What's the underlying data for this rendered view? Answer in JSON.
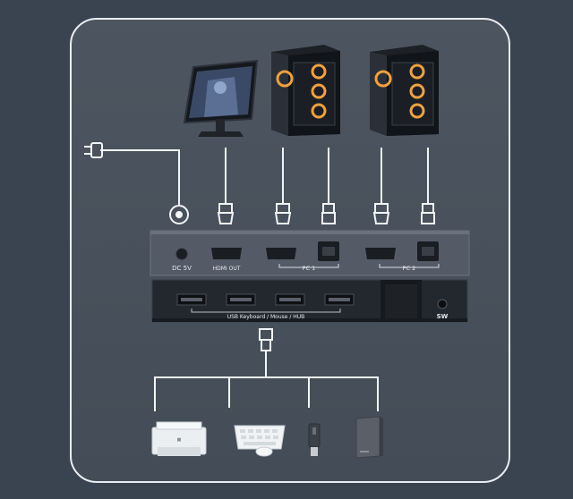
{
  "diagram": {
    "back_panel": {
      "power_label": "DC 5V",
      "hdmi_out_label": "HDMI OUT",
      "pc1_label": "PC 1",
      "pc2_label": "PC 2"
    },
    "front_panel": {
      "usb_label": "USB  Keyboard / Mouse / HUB",
      "switch_label": "SW"
    },
    "devices_top": [
      "monitor",
      "pc-1-tower",
      "pc-2-tower"
    ],
    "devices_bottom": [
      "printer",
      "keyboard-and-mouse",
      "usb-flash-drive",
      "external-hard-drive"
    ],
    "colors": {
      "background": "#3a4350",
      "frame_border": "#e9edf2",
      "device_body": "#2b3038",
      "cable": "#f2f4f7",
      "tower_accent": "#f0a040"
    }
  }
}
